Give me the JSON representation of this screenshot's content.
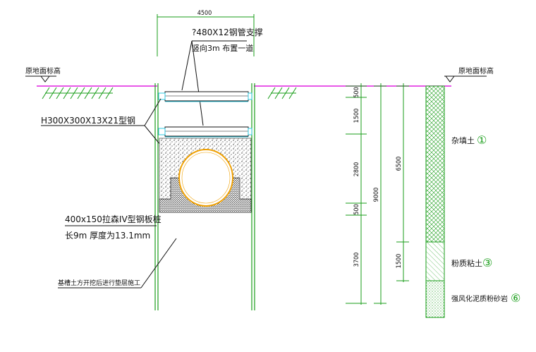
{
  "drawing": {
    "top_width_dim": "4500",
    "steel_strut_line1": "?480X12钢管支撑",
    "steel_strut_line2": "竖向3m 布置一道",
    "waler_label": "H300X300X13X21型钢",
    "ground_label_left": "原地面标高",
    "ground_label_right": "原地面标高",
    "sheet_pile_line1": "400x150拉森IV型钢板桩",
    "sheet_pile_line2": "长9m 厚度为13.1mm",
    "bottom_note": "基槽土方开挖后进行垫层施工",
    "vertical_dims": [
      "500",
      "1500",
      "2800",
      "500",
      "3700"
    ],
    "total_depth": "9000",
    "layer_dims": [
      "6500",
      "1500"
    ],
    "soil_layers": [
      {
        "name": "杂填土",
        "number": "①"
      },
      {
        "name": "粉质粘土",
        "number": "③"
      },
      {
        "name": "强风化泥质粉砂岩",
        "number": "⑥"
      }
    ]
  },
  "colors": {
    "pile_green": "#1a9e1a",
    "ground_magenta": "#e020e0",
    "pipe_orange": "#f0a000",
    "strut_cyan": "#30c8e0"
  }
}
